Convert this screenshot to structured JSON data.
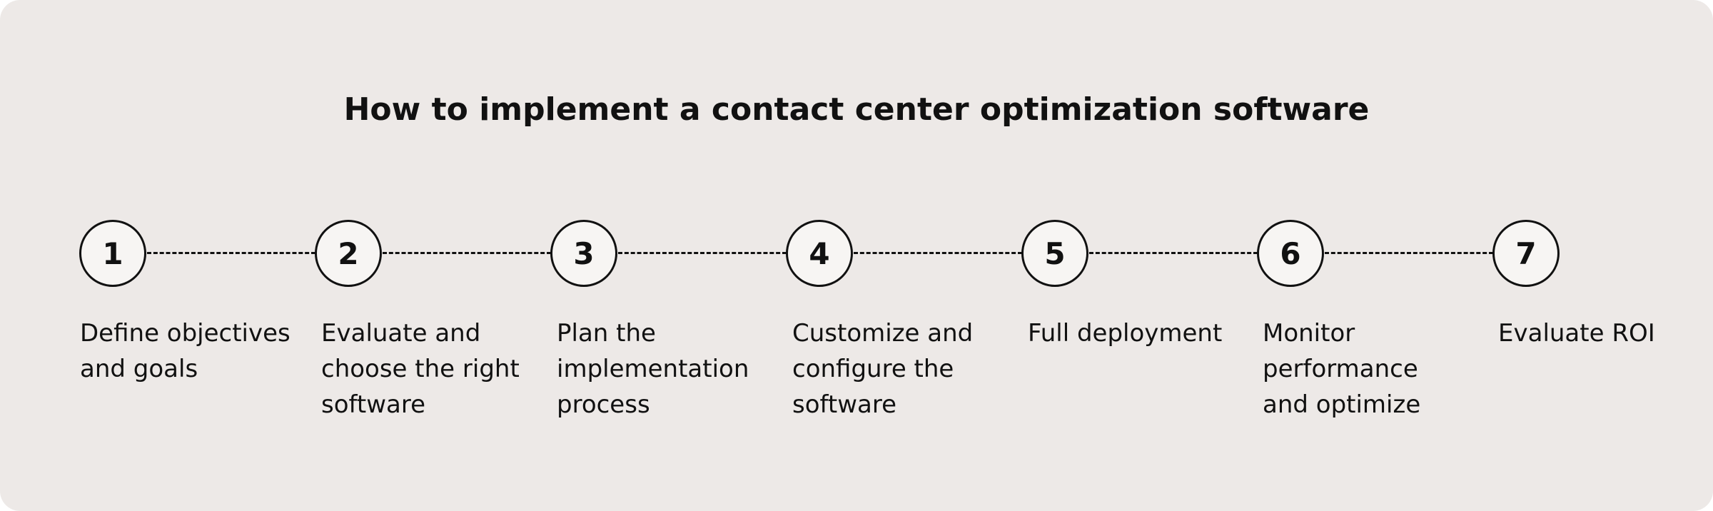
{
  "diagram": {
    "title": "How to implement a contact center optimization software",
    "steps": [
      {
        "number": "1",
        "label": "Define objectives\nand goals"
      },
      {
        "number": "2",
        "label": "Evaluate and\nchoose the right\nsoftware"
      },
      {
        "number": "3",
        "label": "Plan the\nimplementation\nprocess"
      },
      {
        "number": "4",
        "label": "Customize and\nconfigure the\nsoftware"
      },
      {
        "number": "5",
        "label": "Full deployment"
      },
      {
        "number": "6",
        "label": "Monitor\nperformance\nand optimize"
      },
      {
        "number": "7",
        "label": "Evaluate ROI"
      }
    ]
  },
  "colors": {
    "background": "#ede9e7",
    "circle_fill": "#f7f5f3",
    "ink": "#111111"
  }
}
